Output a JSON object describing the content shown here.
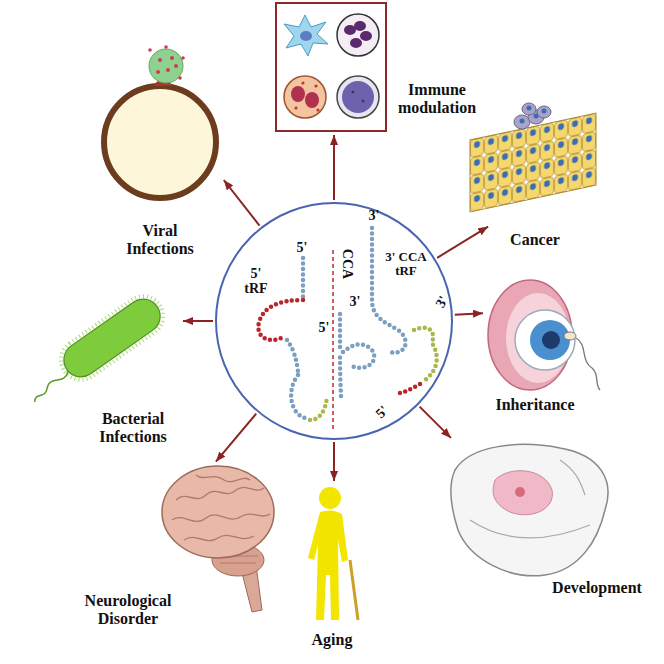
{
  "diagram": {
    "nodes": [
      {
        "text": [
          "3'",
          "5'",
          "CCA",
          "3' CCA tRF",
          "5' tRF",
          "3'",
          "3'",
          "5'",
          "5'"
        ]
      },
      {
        "text": [
          "Immune modulation"
        ]
      },
      {
        "text": [
          "Cancer"
        ]
      },
      {
        "text": [
          "Inheritance"
        ]
      },
      {
        "text": [
          "Development"
        ]
      },
      {
        "text": [
          "Aging"
        ]
      },
      {
        "text": [
          "Neurological Disorder"
        ]
      },
      {
        "text": [
          "Bacterial Infections"
        ]
      },
      {
        "text": [
          "Viral Infections"
        ]
      }
    ],
    "edges": [
      {
        "from": 0,
        "to": 1,
        "arrow": "to"
      },
      {
        "from": 0,
        "to": 2,
        "arrow": "to"
      },
      {
        "from": 0,
        "to": 3,
        "arrow": "to"
      },
      {
        "from": 0,
        "to": 4,
        "arrow": "to"
      },
      {
        "from": 0,
        "to": 5,
        "arrow": "to"
      },
      {
        "from": 0,
        "to": 6,
        "arrow": "to"
      },
      {
        "from": 0,
        "to": 7,
        "arrow": "to"
      },
      {
        "from": 0,
        "to": 8,
        "arrow": "to"
      }
    ]
  }
}
